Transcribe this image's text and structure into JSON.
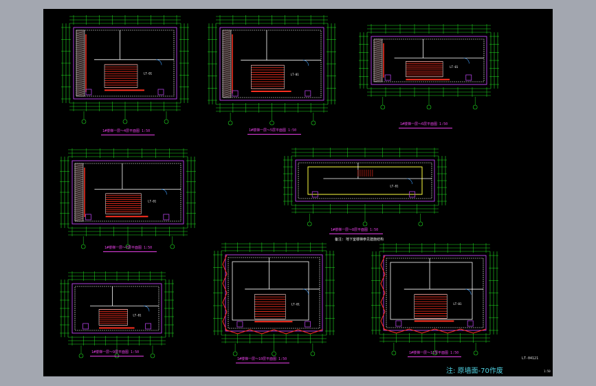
{
  "sheet": {
    "note": "注: 原墙面-70作废",
    "sheet_number": "LT-04121",
    "scale": "1:50"
  },
  "plans": [
    {
      "caption": "1#楼梯一层～4层平面图 1:50",
      "level_tag": "LT-01"
    },
    {
      "caption": "1#楼梯一层～5层平面图 1:50",
      "level_tag": "LT-01"
    },
    {
      "caption": "1#楼梯一层～6层平面图 1:50",
      "level_tag": "LT-01"
    },
    {
      "caption": "1#楼梯一层～7层平面图 1:50",
      "level_tag": "LT-01"
    },
    {
      "caption": "1#楼梯一层～8层平面图 1:50",
      "level_tag": "LT-01",
      "extra_note": "备注: 地下室楼梯参见建施结构"
    },
    {
      "caption": "1#楼梯一层～9层平面图 1:50",
      "level_tag": "LT-01"
    },
    {
      "caption": "1#楼梯一层～10层平面图 1:50",
      "level_tag": "LT-01"
    },
    {
      "caption": "1#楼梯一层～11层平面图 1:50",
      "level_tag": "LT-01"
    }
  ],
  "colors": {
    "background": "#000000",
    "frame": "#a3a7b0",
    "wall": "#b040e0",
    "dimension": "#20e020",
    "stair": "#ff3020",
    "label": "#e640e6",
    "annotation": "#ffff40"
  }
}
